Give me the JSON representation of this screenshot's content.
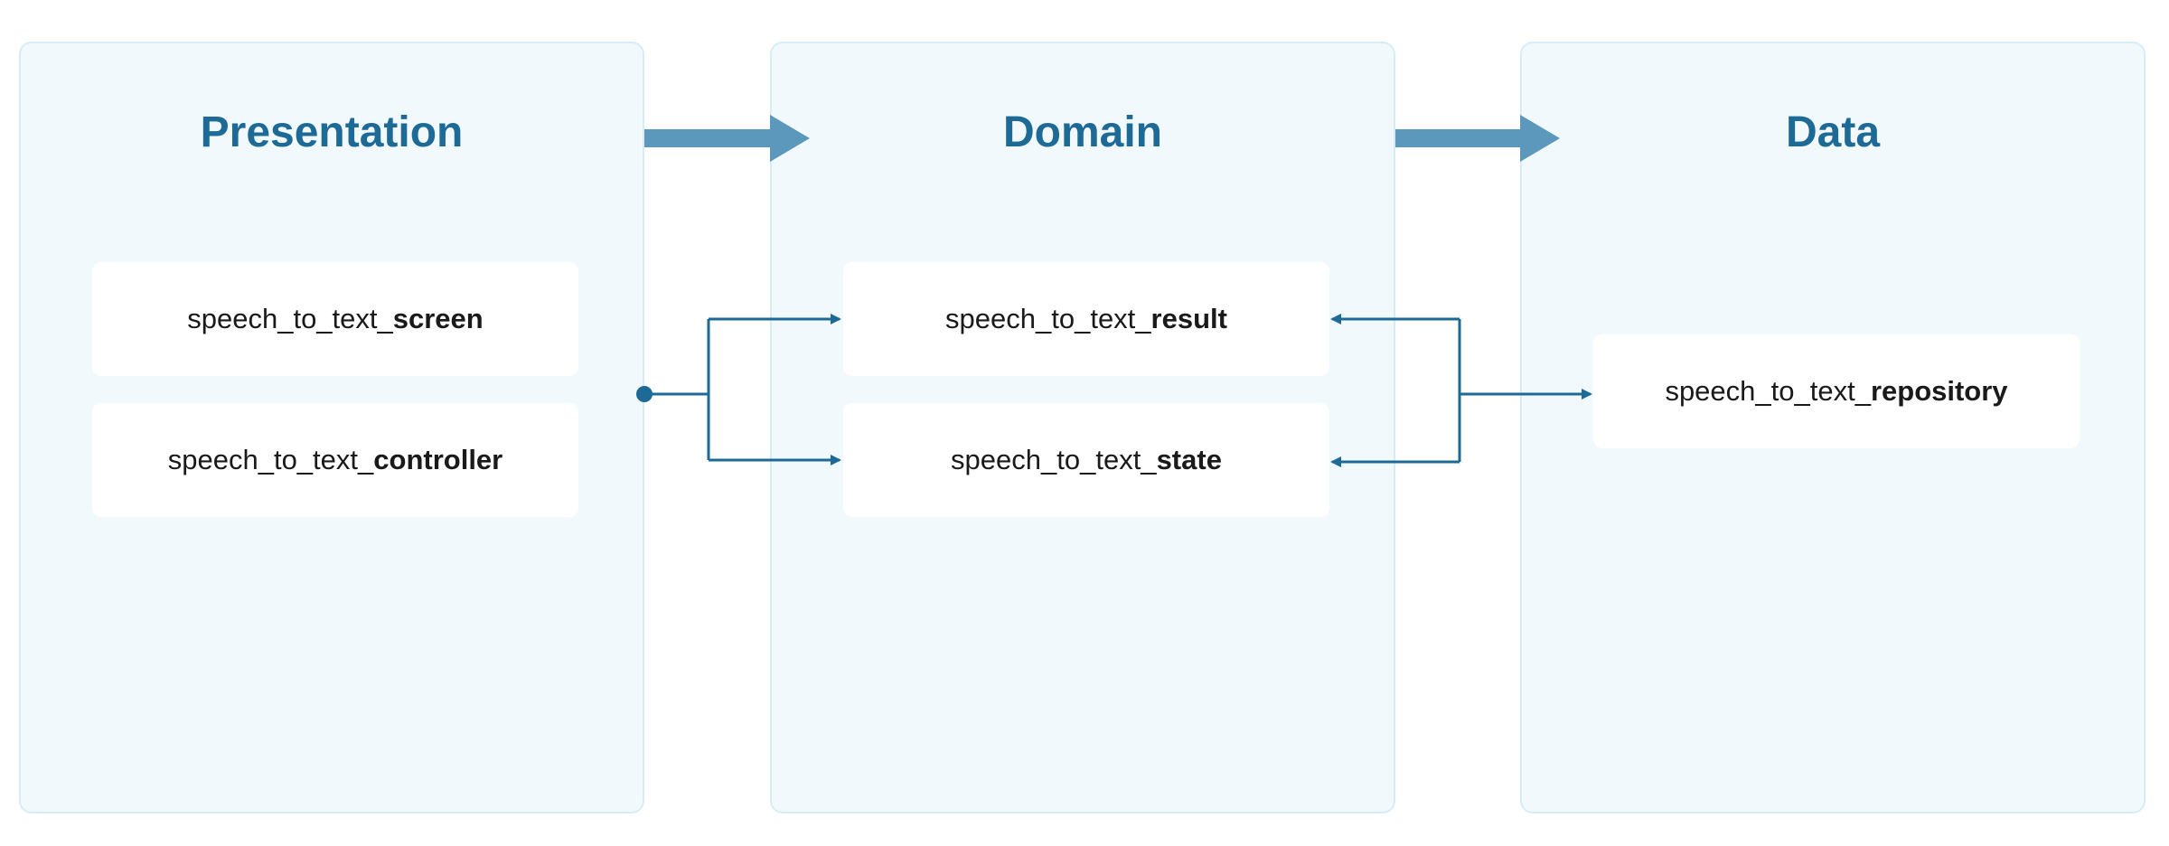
{
  "layers": [
    {
      "title": "Presentation",
      "cards": [
        {
          "prefix": "speech_to_text_",
          "suffix": "screen"
        },
        {
          "prefix": "speech_to_text_",
          "suffix": "controller"
        }
      ]
    },
    {
      "title": "Domain",
      "cards": [
        {
          "prefix": "speech_to_text_",
          "suffix": "result"
        },
        {
          "prefix": "speech_to_text_",
          "suffix": "state"
        }
      ]
    },
    {
      "title": "Data",
      "cards": [
        {
          "prefix": "speech_to_text_",
          "suffix": "repository"
        }
      ]
    }
  ],
  "colors": {
    "panel_fill": "#f1f9fd",
    "panel_border": "#d6edf7",
    "title": "#1e6a96",
    "big_arrow": "#5b98bb",
    "connector": "#1e6a96"
  }
}
